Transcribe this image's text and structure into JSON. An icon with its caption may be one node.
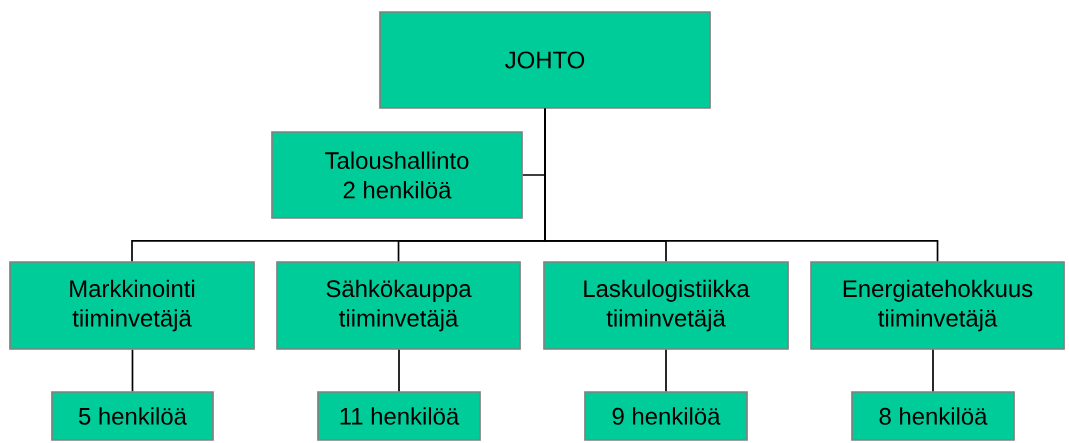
{
  "diagram": {
    "nodes": [
      {
        "text": [
          "JOHTO"
        ]
      },
      {
        "text": [
          "Taloushallinto",
          "2 henkilöä"
        ]
      },
      {
        "text": [
          "Markkinointi",
          "tiiminvetäjä"
        ]
      },
      {
        "text": [
          "Sähkökauppa",
          "tiiminvetäjä"
        ]
      },
      {
        "text": [
          "Laskulogistiikka",
          "tiiminvetäjä"
        ]
      },
      {
        "text": [
          "Energiatehokkuus",
          "tiiminvetäjä"
        ]
      },
      {
        "text": [
          "5 henkilöä"
        ]
      },
      {
        "text": [
          "11 henkilöä"
        ]
      },
      {
        "text": [
          "9 henkilöä"
        ]
      },
      {
        "text": [
          "8 henkilöä"
        ]
      }
    ],
    "edges": [
      {
        "from": 0,
        "to": 1,
        "arrow": "none"
      },
      {
        "from": 0,
        "to": 2,
        "arrow": "none"
      },
      {
        "from": 0,
        "to": 3,
        "arrow": "none"
      },
      {
        "from": 0,
        "to": 4,
        "arrow": "none"
      },
      {
        "from": 0,
        "to": 5,
        "arrow": "none"
      },
      {
        "from": 2,
        "to": 6,
        "arrow": "none"
      },
      {
        "from": 3,
        "to": 7,
        "arrow": "none"
      },
      {
        "from": 4,
        "to": 8,
        "arrow": "none"
      },
      {
        "from": 5,
        "to": 9,
        "arrow": "none"
      }
    ]
  }
}
